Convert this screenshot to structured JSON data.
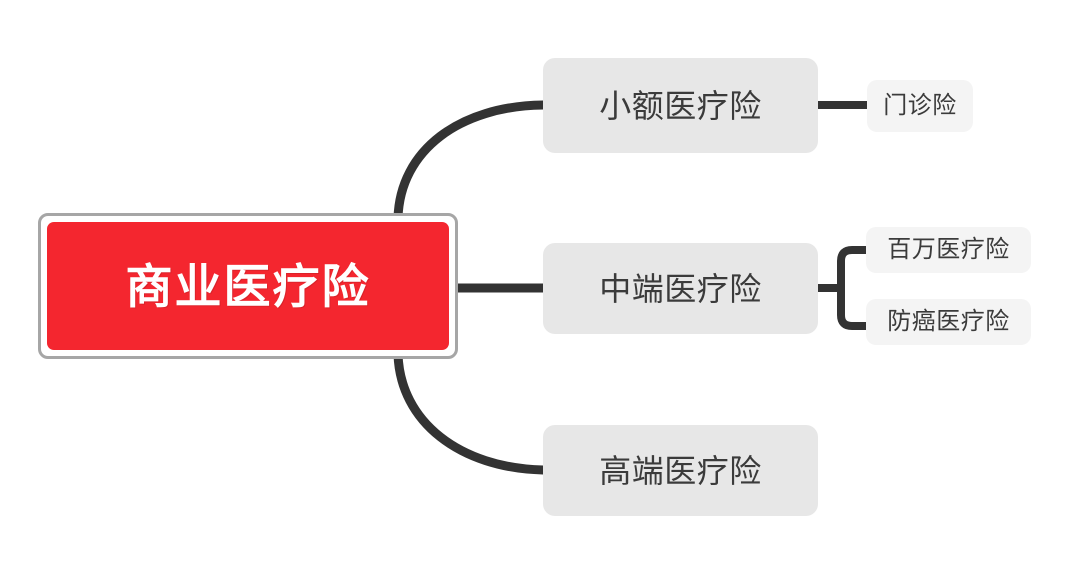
{
  "diagram": {
    "type": "mindmap",
    "orientation": "left-to-right",
    "background_color": "#ffffff",
    "colors": {
      "root_fill": "#f4262f",
      "root_border": "#a6a6a6",
      "root_text": "#ffffff",
      "branch_fill": "#e7e7e7",
      "leaf_fill": "#f4f4f4",
      "node_text": "#3b3b3b",
      "connector": "#333333"
    },
    "root": {
      "label": "商业医疗险"
    },
    "branches": [
      {
        "label": "小额医疗险",
        "children": [
          {
            "label": "门诊险"
          }
        ]
      },
      {
        "label": "中端医疗险",
        "children": [
          {
            "label": "百万医疗险"
          },
          {
            "label": "防癌医疗险"
          }
        ]
      },
      {
        "label": "高端医疗险",
        "children": []
      }
    ]
  }
}
